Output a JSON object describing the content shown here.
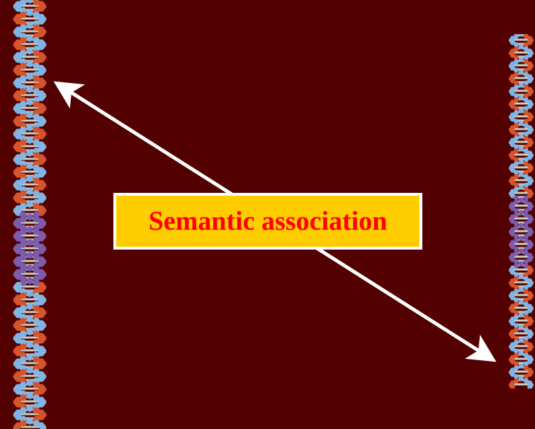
{
  "label": {
    "text": "Semantic association"
  },
  "colors": {
    "background": "#530000",
    "label_fill": "#ffcc00",
    "label_text": "#ff0000",
    "label_border": "#ffffff",
    "arrow": "#ffffff",
    "dna_red": "#d6542c",
    "dna_blue": "#7fb4e6",
    "dna_purple": "#7b5cae",
    "dna_grey": "#c9cfc4"
  },
  "icons": [
    "dna-helix-left-image",
    "dna-helix-right-image",
    "double-headed-arrow"
  ]
}
